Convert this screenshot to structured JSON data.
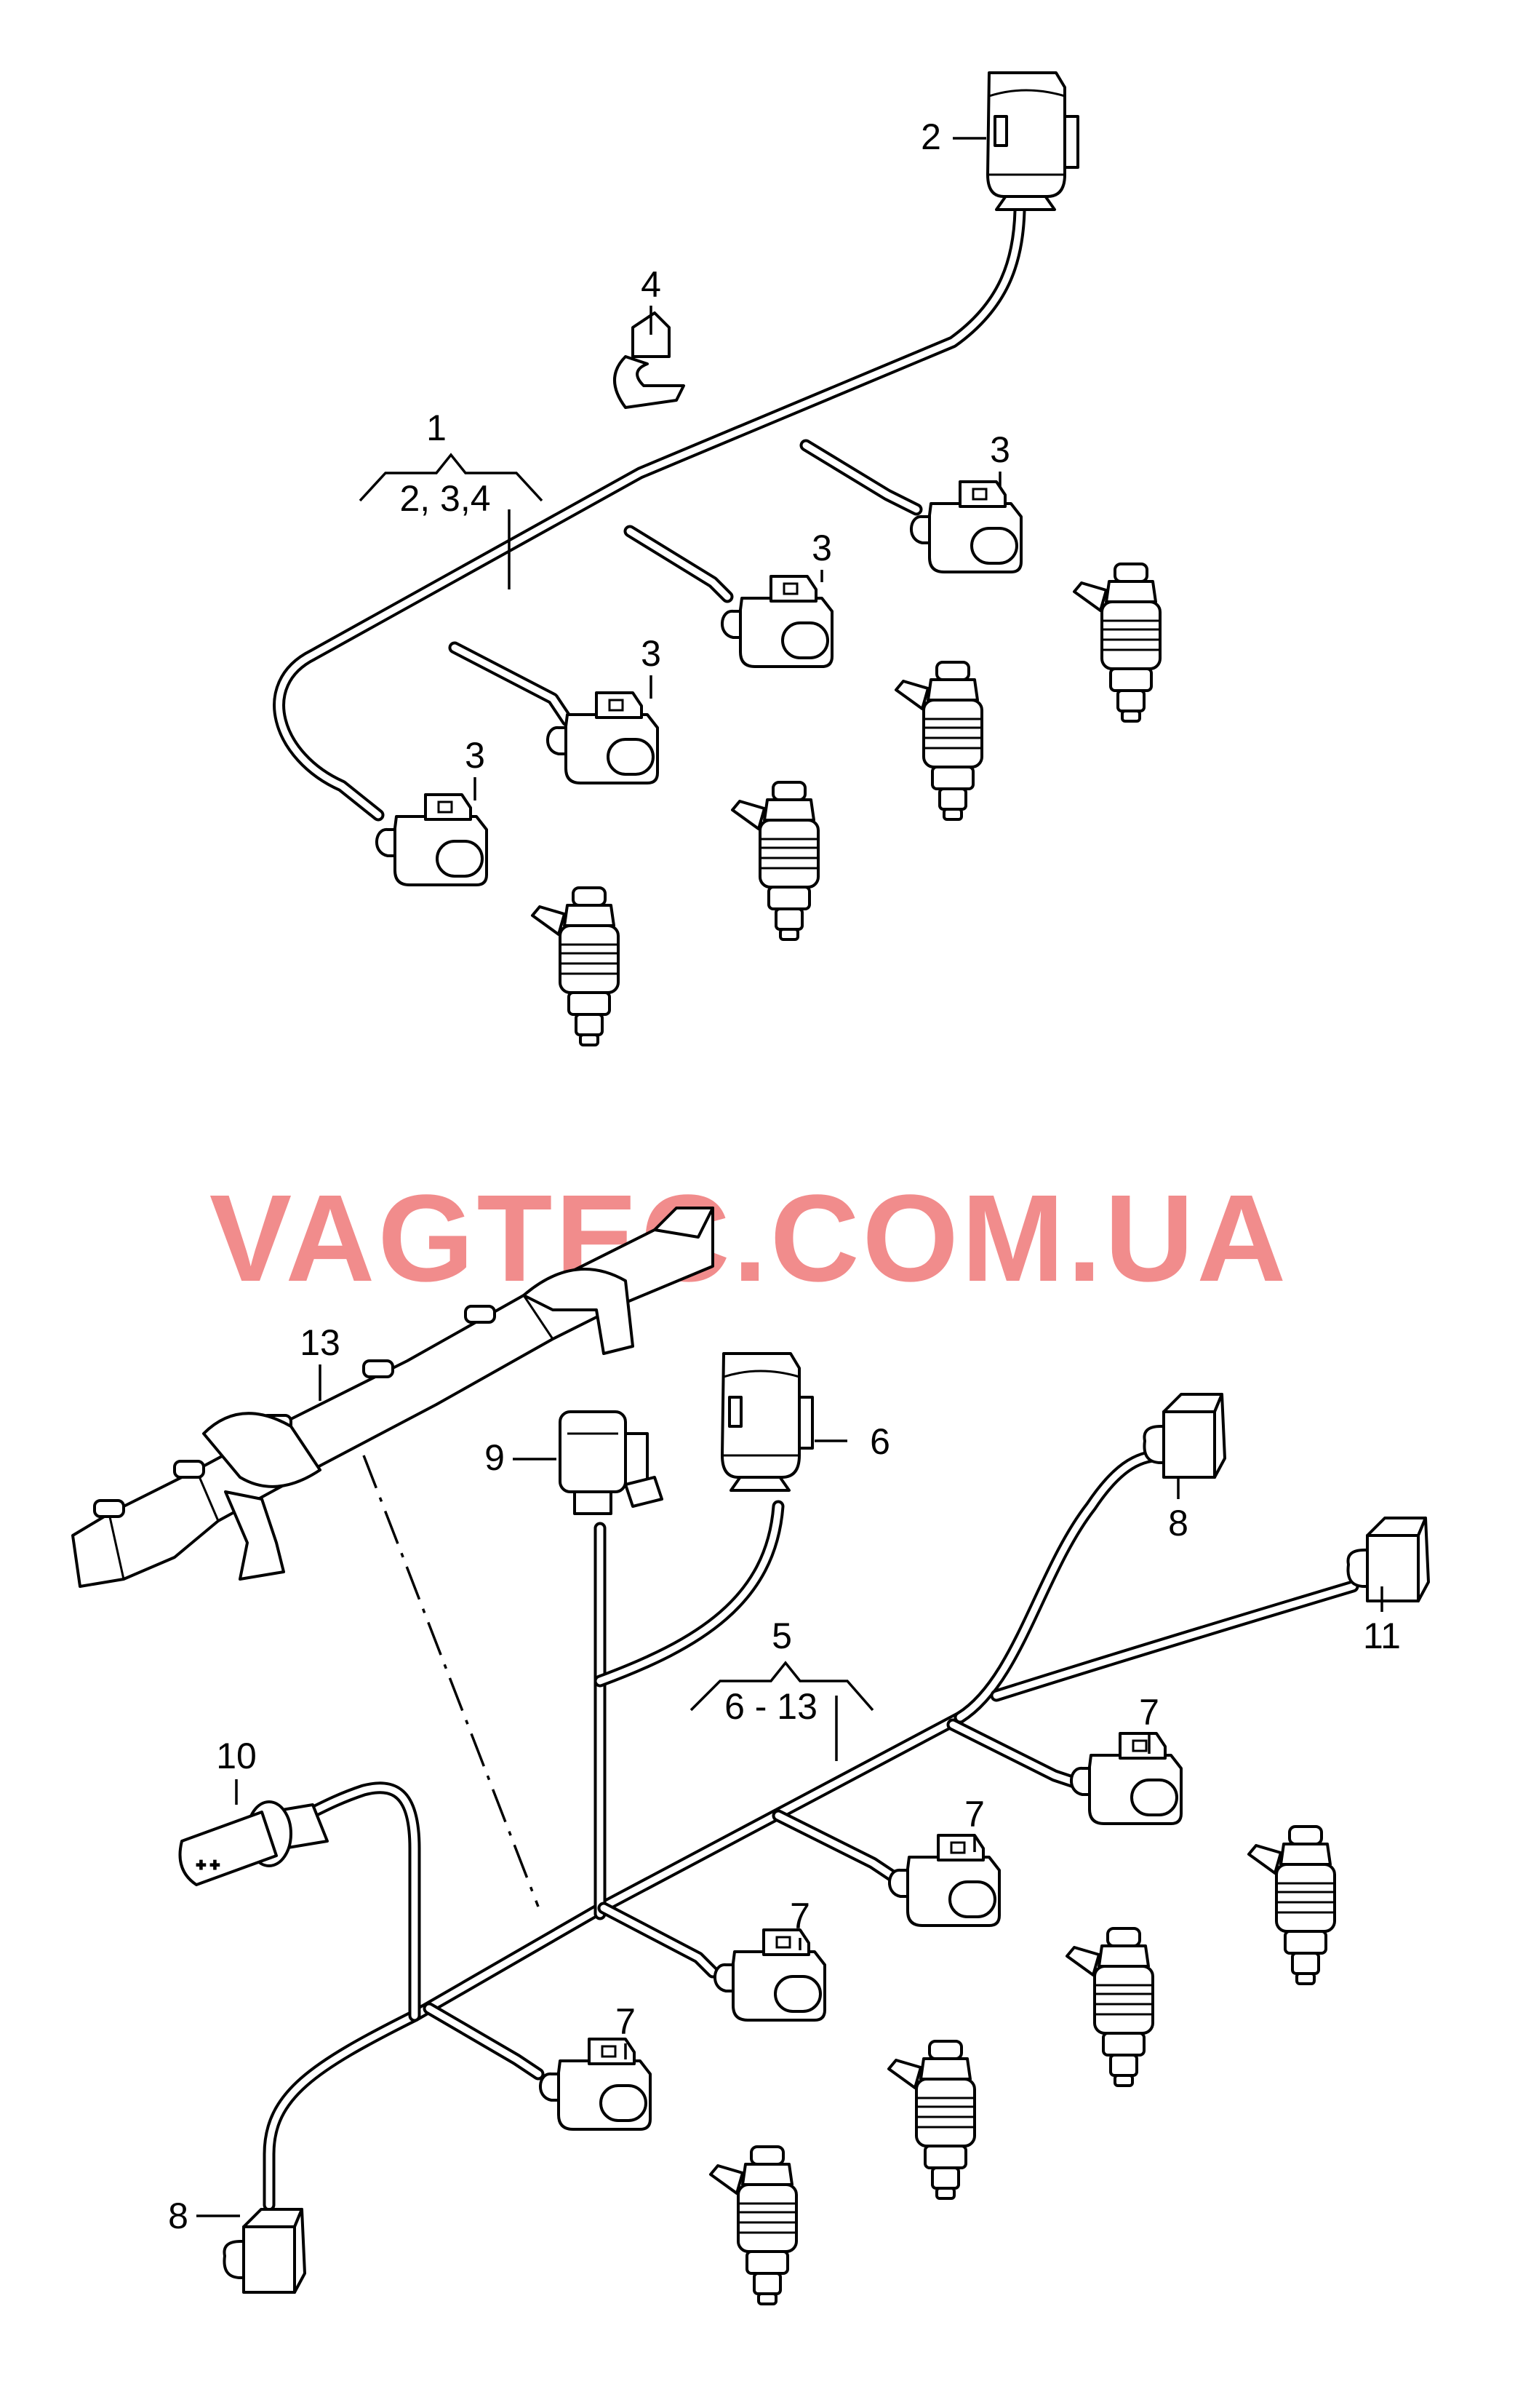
{
  "watermark": "VAGTEC.COM.UA",
  "callouts": {
    "c1": "1",
    "c1_sub": "2, 3,4",
    "c2": "2",
    "c3a": "3",
    "c3b": "3",
    "c3c": "3",
    "c3d": "3",
    "c4": "4",
    "c5": "5",
    "c5_sub": "6 - 13",
    "c6": "6",
    "c7a": "7",
    "c7b": "7",
    "c7c": "7",
    "c7d": "7",
    "c8a": "8",
    "c8b": "8",
    "c9": "9",
    "c10": "10",
    "c11": "11",
    "c13": "13"
  },
  "connector_glyph": "+ +"
}
